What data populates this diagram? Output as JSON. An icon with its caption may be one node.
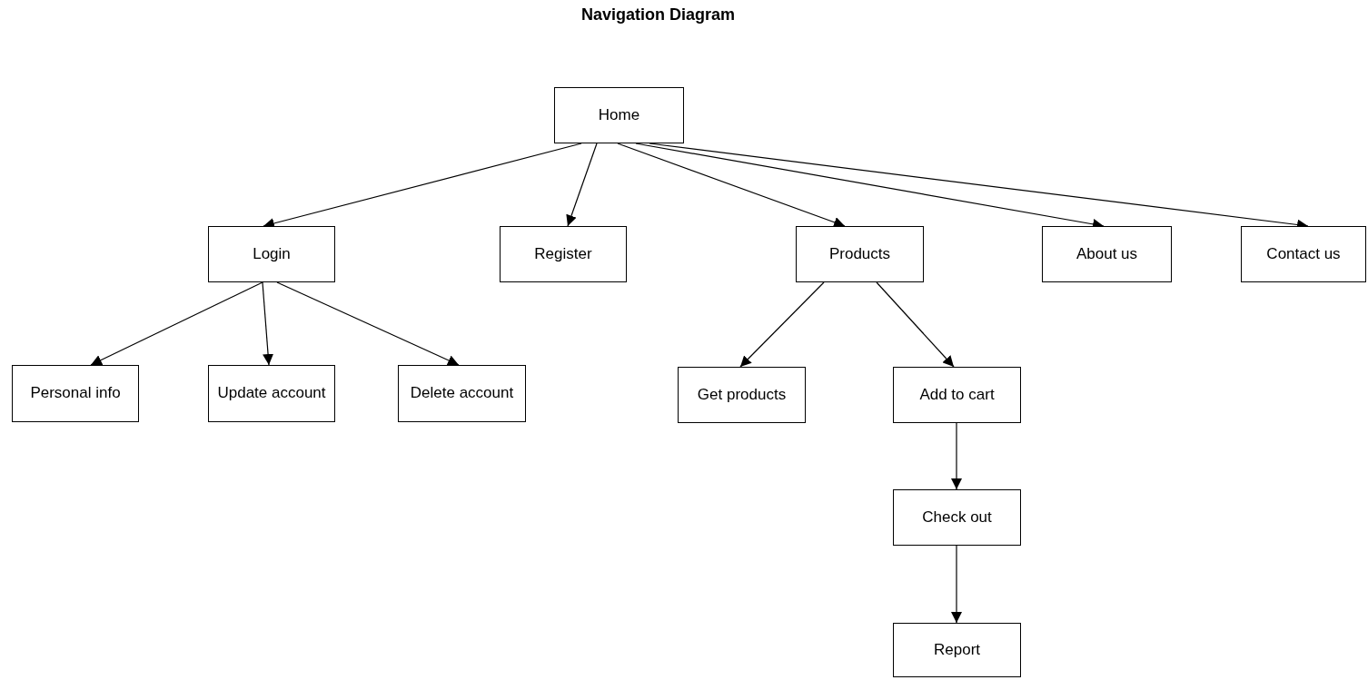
{
  "diagram": {
    "title": "Navigation Diagram",
    "nodes": [
      {
        "text": [
          "Home"
        ]
      },
      {
        "text": [
          "Login"
        ]
      },
      {
        "text": [
          "Register"
        ]
      },
      {
        "text": [
          "Products"
        ]
      },
      {
        "text": [
          "About us"
        ]
      },
      {
        "text": [
          "Contact us"
        ]
      },
      {
        "text": [
          "Personal info"
        ]
      },
      {
        "text": [
          "Update account"
        ]
      },
      {
        "text": [
          "Delete account"
        ]
      },
      {
        "text": [
          "Get products"
        ]
      },
      {
        "text": [
          "Add to cart"
        ]
      },
      {
        "text": [
          "Check out"
        ]
      },
      {
        "text": [
          "Report"
        ]
      }
    ],
    "edges": [
      {
        "from": 0,
        "to": 1,
        "arrow": "to"
      },
      {
        "from": 0,
        "to": 2,
        "arrow": "to"
      },
      {
        "from": 0,
        "to": 3,
        "arrow": "to"
      },
      {
        "from": 0,
        "to": 4,
        "arrow": "to"
      },
      {
        "from": 0,
        "to": 5,
        "arrow": "to"
      },
      {
        "from": 1,
        "to": 6,
        "arrow": "to"
      },
      {
        "from": 1,
        "to": 7,
        "arrow": "to"
      },
      {
        "from": 1,
        "to": 8,
        "arrow": "to"
      },
      {
        "from": 3,
        "to": 9,
        "arrow": "to"
      },
      {
        "from": 3,
        "to": 10,
        "arrow": "to"
      },
      {
        "from": 10,
        "to": 11,
        "arrow": "to"
      },
      {
        "from": 11,
        "to": 12,
        "arrow": "to"
      }
    ]
  }
}
